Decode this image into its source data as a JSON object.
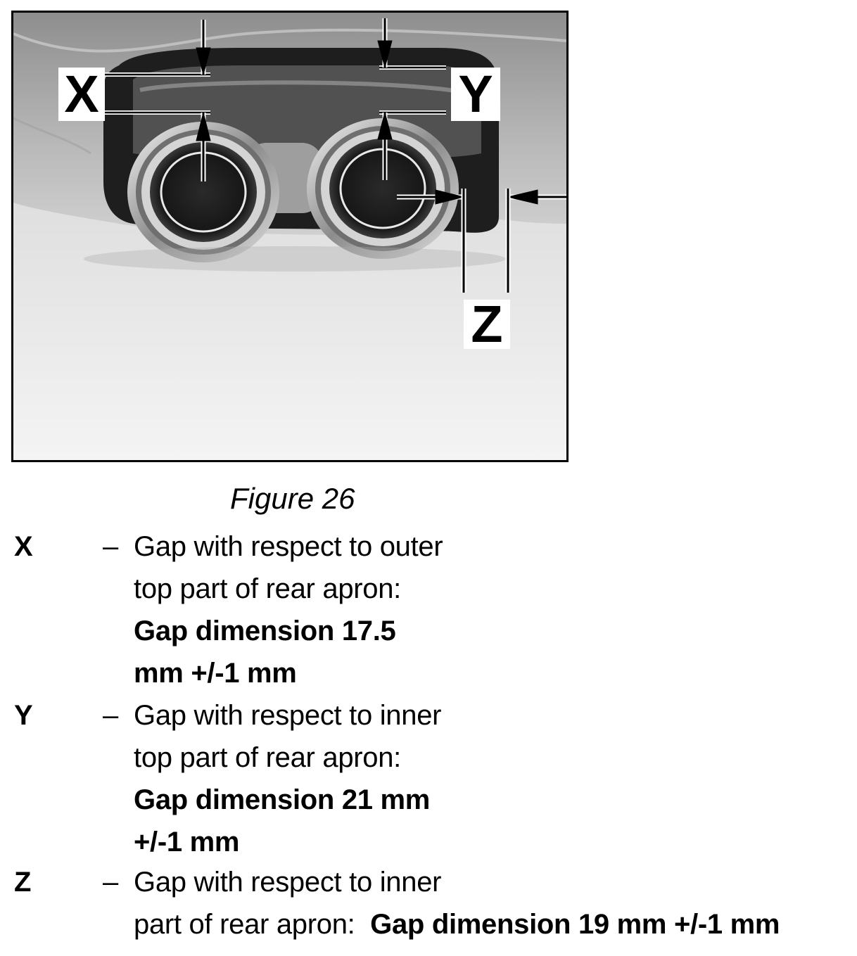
{
  "figure": {
    "labels": {
      "x": "X",
      "y": "Y",
      "z": "Z"
    },
    "caption": "Figure 26"
  },
  "legend": [
    {
      "key": "X",
      "dash": "–",
      "lines": [
        "Gap with respect to outer",
        "top part of rear apron:"
      ],
      "bold_lines": [
        "Gap dimension 17.5",
        "mm +/-1 mm"
      ]
    },
    {
      "key": "Y",
      "dash": "–",
      "lines": [
        "Gap with respect to inner",
        "top part of rear apron:"
      ],
      "bold_lines": [
        "Gap dimension 21 mm",
        "+/-1 mm"
      ]
    },
    {
      "key": "Z",
      "dash": "–",
      "lines": [
        "Gap with respect to inner"
      ],
      "last_line_plain": "part of rear apron:",
      "last_line_bold": "Gap dimension 19 mm +/-1 mm"
    }
  ],
  "colors": {
    "frame": "#000000",
    "label_background": "#ffffff",
    "text": "#000000"
  }
}
